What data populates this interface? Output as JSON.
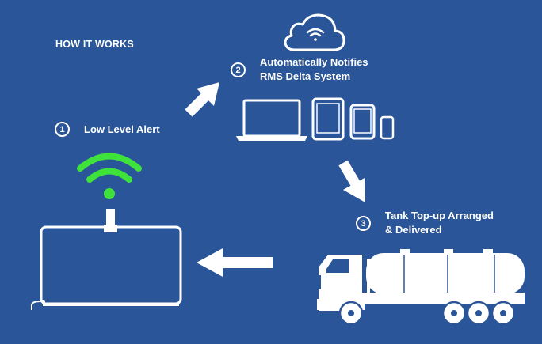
{
  "heading": "HOW IT WORKS",
  "steps": [
    {
      "number": "1",
      "lines": [
        "Low Level Alert"
      ]
    },
    {
      "number": "2",
      "lines": [
        "Automatically Notifies",
        "RMS Delta System"
      ]
    },
    {
      "number": "3",
      "lines": [
        "Tank Top-up Arranged",
        "& Delivered"
      ]
    }
  ],
  "icons": {
    "cloud": "cloud-wifi-icon",
    "sensor": "wifi-signal-icon",
    "devices": [
      "laptop-icon",
      "tablet-icon",
      "small-tablet-icon",
      "phone-icon"
    ],
    "tank": "tank-icon",
    "truck": "tanker-truck-icon"
  },
  "colors": {
    "background": "#2a5598",
    "foreground": "#ffffff",
    "signal": "#3fe23a"
  }
}
